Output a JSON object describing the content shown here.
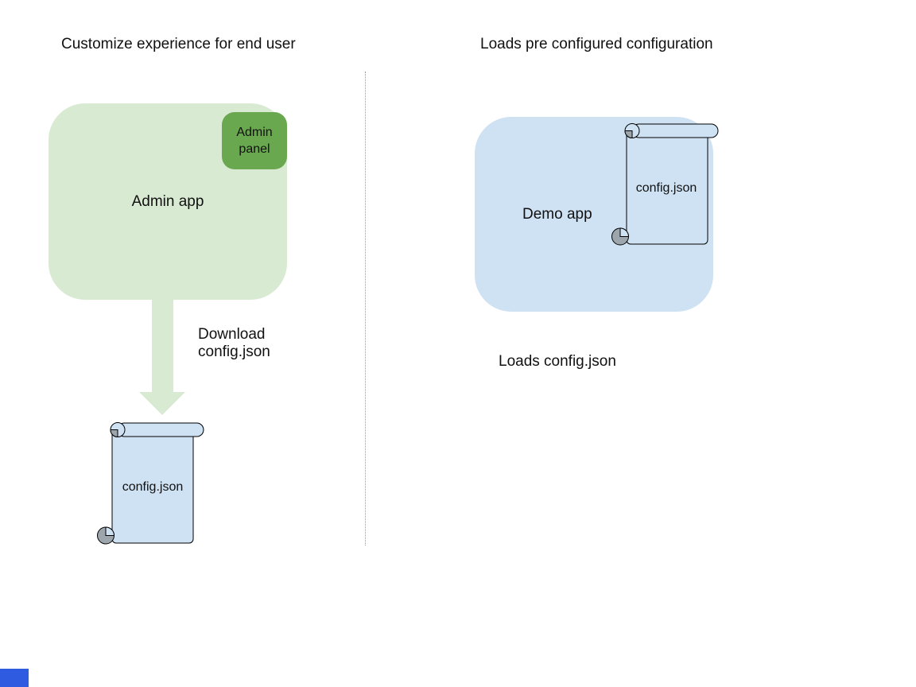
{
  "left_panel": {
    "title": "Customize experience for end user",
    "admin_app": {
      "label": "Admin app"
    },
    "admin_panel": {
      "label": "Admin panel"
    },
    "arrow_caption": "Download\nconfig.json",
    "config_scroll": {
      "label": "config.json"
    }
  },
  "right_panel": {
    "title": "Loads pre configured configuration",
    "demo_app": {
      "label": "Demo app"
    },
    "config_scroll": {
      "label": "config.json"
    },
    "caption": "Loads config.json"
  },
  "icons": {
    "down_arrow": "download-arrow-icon",
    "scroll_document": "scroll-document-icon"
  },
  "colors": {
    "app_green": "#d9ead3",
    "panel_green": "#6aa84f",
    "doc_blue": "#cfe2f3",
    "curl_gray": "#9da5ad",
    "outline_black": "#000000",
    "divider_gray": "#999999",
    "corner_square_blue": "#2e5be0"
  }
}
